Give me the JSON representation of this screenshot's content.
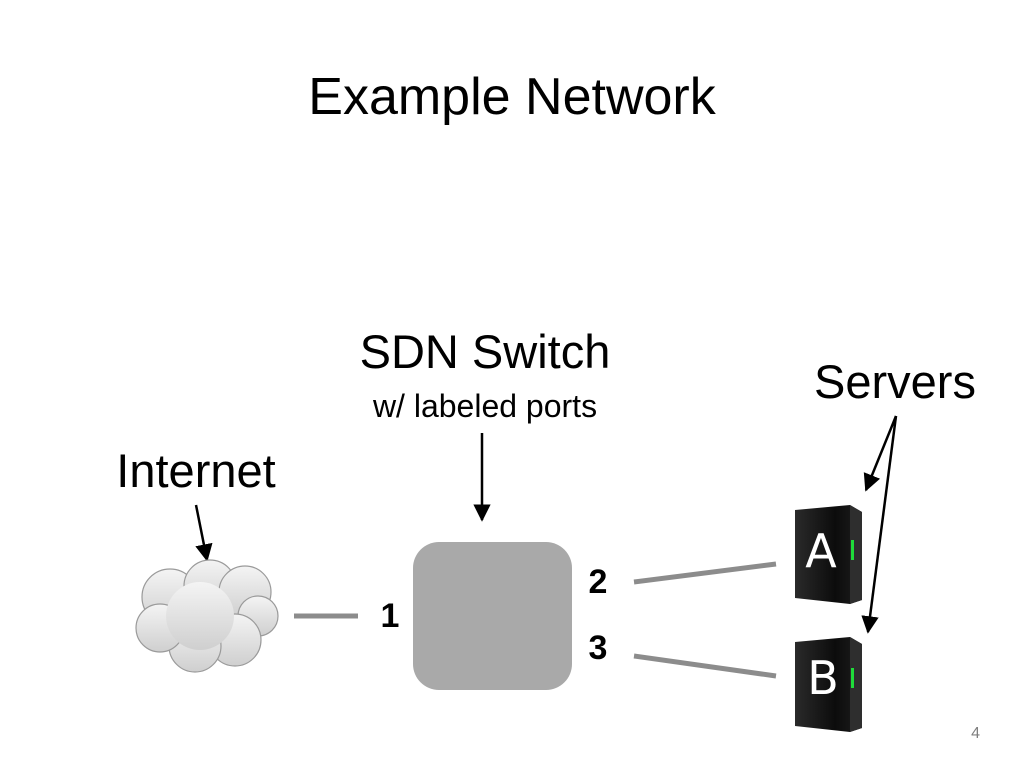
{
  "slide": {
    "title": "Example Network",
    "page_number": "4"
  },
  "switch": {
    "title": "SDN Switch",
    "subtitle": "w/ labeled ports",
    "ports": [
      "1",
      "2",
      "3"
    ]
  },
  "internet": {
    "label": "Internet"
  },
  "servers": {
    "label": "Servers",
    "items": [
      "A",
      "B"
    ]
  },
  "colors": {
    "switch_fill": "#a9a9a9",
    "link": "#8c8c8c",
    "cloud_fill": "#e6e6e6",
    "server_body": "#141414"
  },
  "icons": {
    "cloud": "cloud-icon",
    "server": "server-icon"
  }
}
